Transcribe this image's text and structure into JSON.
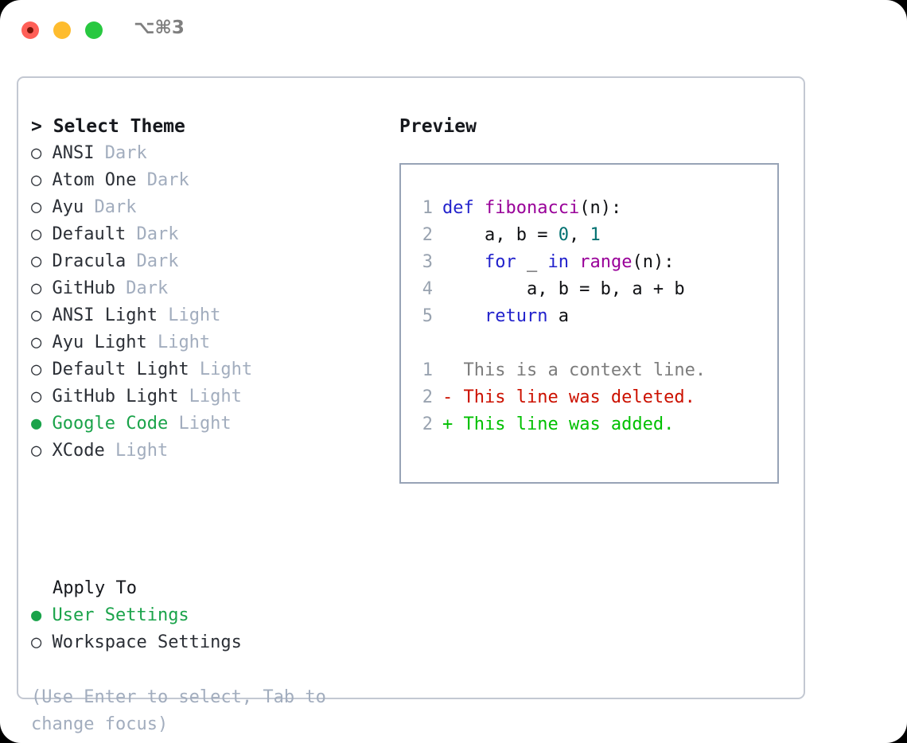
{
  "titlebar": {
    "shortcut": "⌥⌘3",
    "buttons": {
      "close": "close-button",
      "minimize": "minimize-button",
      "maximize": "maximize-button"
    }
  },
  "colors": {
    "accent_green": "#1aa34a",
    "muted": "#a2adbe",
    "panel_border": "#c3c8d2",
    "preview_border": "#97a3b6",
    "keyword": "#2222cc",
    "function": "#990099",
    "number": "#007070",
    "diff_added": "#00c000",
    "diff_deleted": "#cc1100",
    "diff_context": "#7c7c7c",
    "line_number": "#99a3b0"
  },
  "theme_picker": {
    "header_prefix": "> ",
    "header": "Select Theme",
    "marker_selected": "●",
    "marker_unselected": "○",
    "items": [
      {
        "name": "ANSI",
        "tag": "Dark",
        "selected": false
      },
      {
        "name": "Atom One",
        "tag": "Dark",
        "selected": false
      },
      {
        "name": "Ayu",
        "tag": "Dark",
        "selected": false
      },
      {
        "name": "Default",
        "tag": "Dark",
        "selected": false
      },
      {
        "name": "Dracula",
        "tag": "Dark",
        "selected": false
      },
      {
        "name": "GitHub",
        "tag": "Dark",
        "selected": false
      },
      {
        "name": "ANSI Light",
        "tag": "Light",
        "selected": false
      },
      {
        "name": "Ayu Light",
        "tag": "Light",
        "selected": false
      },
      {
        "name": "Default Light",
        "tag": "Light",
        "selected": false
      },
      {
        "name": "GitHub Light",
        "tag": "Light",
        "selected": false
      },
      {
        "name": "Google Code",
        "tag": "Light",
        "selected": true
      },
      {
        "name": "XCode",
        "tag": "Light",
        "selected": false
      }
    ]
  },
  "apply_to": {
    "header": "Apply To",
    "options": [
      {
        "label": "User Settings",
        "selected": true
      },
      {
        "label": "Workspace Settings",
        "selected": false
      }
    ]
  },
  "hint": "(Use Enter to select, Tab to change focus)",
  "preview": {
    "title": "Preview",
    "code_lines": [
      {
        "lineno": "1",
        "tokens": [
          {
            "text": "def ",
            "kind": "kw"
          },
          {
            "text": "fibonacci",
            "kind": "fn"
          },
          {
            "text": "(n):",
            "kind": "punc"
          }
        ]
      },
      {
        "lineno": "2",
        "tokens": [
          {
            "text": "    a, b = ",
            "kind": "txt"
          },
          {
            "text": "0",
            "kind": "num"
          },
          {
            "text": ", ",
            "kind": "txt"
          },
          {
            "text": "1",
            "kind": "num"
          }
        ]
      },
      {
        "lineno": "3",
        "tokens": [
          {
            "text": "    for ",
            "kind": "kw"
          },
          {
            "text": "_ ",
            "kind": "txt"
          },
          {
            "text": "in ",
            "kind": "kw"
          },
          {
            "text": "range",
            "kind": "fn"
          },
          {
            "text": "(n):",
            "kind": "punc"
          }
        ]
      },
      {
        "lineno": "4",
        "tokens": [
          {
            "text": "        a, b = b, a + b",
            "kind": "txt"
          }
        ]
      },
      {
        "lineno": "5",
        "tokens": [
          {
            "text": "    return ",
            "kind": "kw"
          },
          {
            "text": "a",
            "kind": "txt"
          }
        ]
      }
    ],
    "diff_lines": [
      {
        "lineno": "1",
        "sign": "  ",
        "text": "This is a context line.",
        "kind": "ctx"
      },
      {
        "lineno": "2",
        "sign": "- ",
        "text": "This line was deleted.",
        "kind": "del"
      },
      {
        "lineno": "2",
        "sign": "+ ",
        "text": "This line was added.",
        "kind": "add"
      }
    ]
  }
}
